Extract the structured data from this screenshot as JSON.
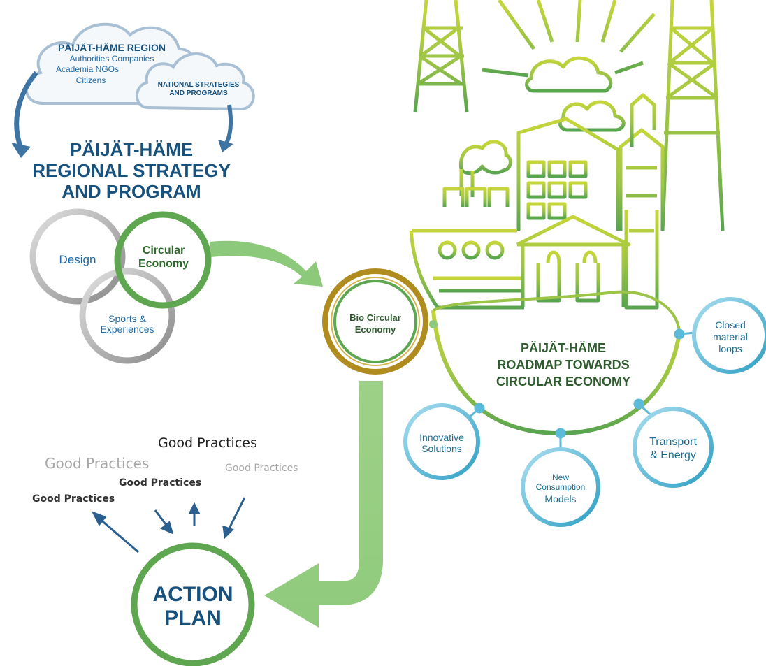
{
  "region_cloud": {
    "title": "PÄIJÄT-HÄME REGION",
    "line1": "Authorities  Companies",
    "line2": "Academia  NGOs",
    "line3": "Citizens"
  },
  "national_cloud": {
    "line1": "NATIONAL STRATEGIES",
    "line2": "AND PROGRAMS"
  },
  "regional_strategy": {
    "line1": "PÄIJÄT-HÄME",
    "line2": "REGIONAL STRATEGY",
    "line3": "AND PROGRAM"
  },
  "venn": {
    "design": "Design",
    "circular_1": "Circular",
    "circular_2": "Economy",
    "sports_1": "Sports &",
    "sports_2": "Experiences"
  },
  "bio_circular": {
    "line1": "Bio Circular",
    "line2": "Economy"
  },
  "roadmap": {
    "line1": "PÄIJÄT-HÄME",
    "line2": "ROADMAP TOWARDS",
    "line3": "CIRCULAR ECONOMY"
  },
  "satellites": {
    "closed_1": "Closed",
    "closed_2": "material",
    "closed_3": "loops",
    "innov_1": "Innovative",
    "innov_2": "Solutions",
    "new_1": "New",
    "new_2": "Consumption",
    "new_3": "Models",
    "transport_1": "Transport",
    "transport_2": "& Energy"
  },
  "good_practices": {
    "gp1": "Good Practices",
    "gp2": "Good Practices",
    "gp3": "Good Practices",
    "gp4": "Good Practices",
    "gp5": "Good Practices"
  },
  "action_plan": {
    "line1": "ACTION",
    "line2": "PLAN"
  },
  "colors": {
    "navy": "#17527f",
    "green_arrow": "#8cc97a",
    "ring_green": "#5ea64f",
    "ring_gray": "#b8b8b8",
    "bio_ring": "#b08c1e",
    "satellite_blue": "#5bbbd8",
    "city_line_top": "#c4d43c",
    "city_line_bottom": "#5ea64f"
  }
}
